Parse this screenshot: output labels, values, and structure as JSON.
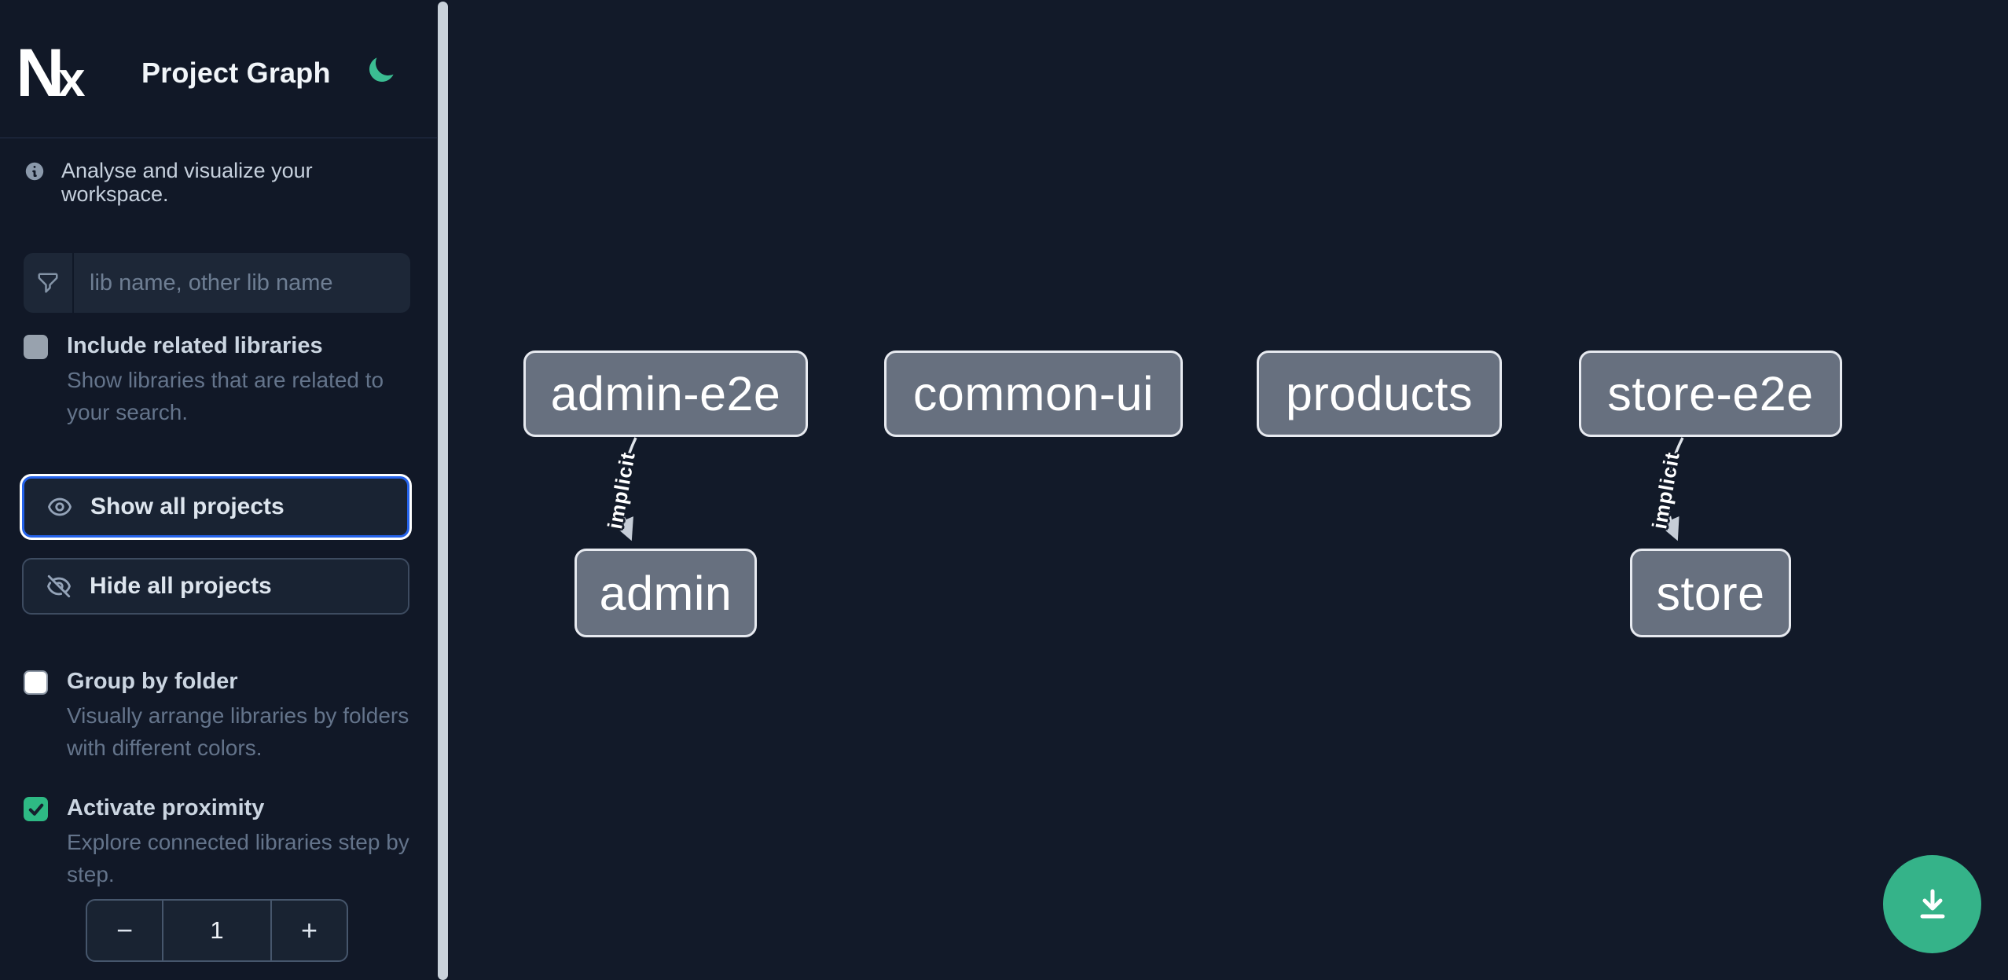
{
  "header": {
    "logo_text": "Nx",
    "title": "Project Graph",
    "theme_icon": "moon-icon"
  },
  "sidebar": {
    "info_text": "Analyse and visualize your workspace.",
    "search": {
      "placeholder": "lib name, other lib name",
      "icon": "filter-funnel-icon"
    },
    "toggles": [
      {
        "label": "Include related libraries",
        "description": "Show libraries that are related to your search.",
        "checked": false,
        "style": "disabled-gray"
      },
      {
        "label": "Group by folder",
        "description": "Visually arrange libraries by folders with different colors.",
        "checked": false,
        "style": "white"
      },
      {
        "label": "Activate proximity",
        "description": "Explore connected libraries step by step.",
        "checked": true,
        "style": "green-checked"
      }
    ],
    "buttons": [
      {
        "label": "Show all projects",
        "icon": "eye-icon",
        "focused": true
      },
      {
        "label": "Hide all projects",
        "icon": "eye-off-icon",
        "focused": false
      }
    ],
    "stepper": {
      "decrement_label": "−",
      "value": "1",
      "increment_label": "+"
    }
  },
  "graph": {
    "nodes": [
      {
        "id": "admin-e2e"
      },
      {
        "id": "common-ui"
      },
      {
        "id": "products"
      },
      {
        "id": "store-e2e"
      },
      {
        "id": "admin"
      },
      {
        "id": "store"
      }
    ],
    "edges": [
      {
        "source": "admin-e2e",
        "target": "admin",
        "label": "implicit"
      },
      {
        "source": "store-e2e",
        "target": "store",
        "label": "implicit"
      }
    ]
  },
  "fab": {
    "icon": "download-icon"
  },
  "colors": {
    "sidebar_bg": "#111827",
    "canvas_bg": "#121a29",
    "accent_green": "#2eb984",
    "focus_blue": "#2563eb",
    "node_fill": "#67707f",
    "node_border": "#e7eaf0",
    "edge": "#dfe4ea"
  }
}
